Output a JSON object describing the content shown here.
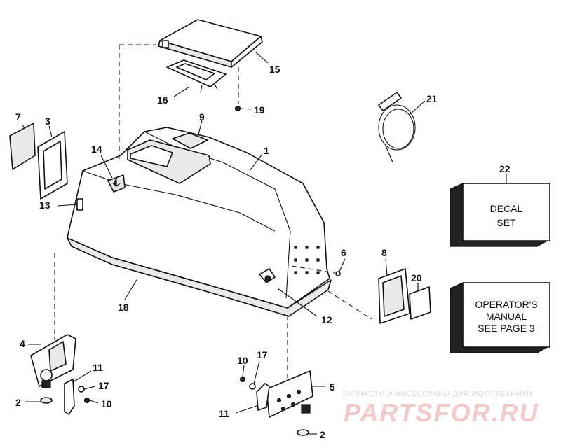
{
  "callouts": {
    "p1": "1",
    "p2a": "2",
    "p2b": "2",
    "p3": "3",
    "p4": "4",
    "p5": "5",
    "p6": "6",
    "p7": "7",
    "p8": "8",
    "p9": "9",
    "p10a": "10",
    "p10b": "10",
    "p11a": "11",
    "p11b": "11",
    "p12": "12",
    "p13": "13",
    "p14": "14",
    "p15": "15",
    "p16": "16",
    "p17a": "17",
    "p17b": "17",
    "p18": "18",
    "p19": "19",
    "p20": "20",
    "p21": "21",
    "p22": "22"
  },
  "decal_box": {
    "line1": "DECAL",
    "line2": "SET"
  },
  "manual_box": {
    "line1": "OPERATOR'S",
    "line2": "MANUAL",
    "line3": "SEE PAGE 3"
  },
  "watermark": {
    "tagline": "ЗАПЧАСТИ И АКСЕССУАРЫ ДЛЯ МОТОТЕХНИКИ",
    "logo": "PARTSFOR.RU"
  }
}
